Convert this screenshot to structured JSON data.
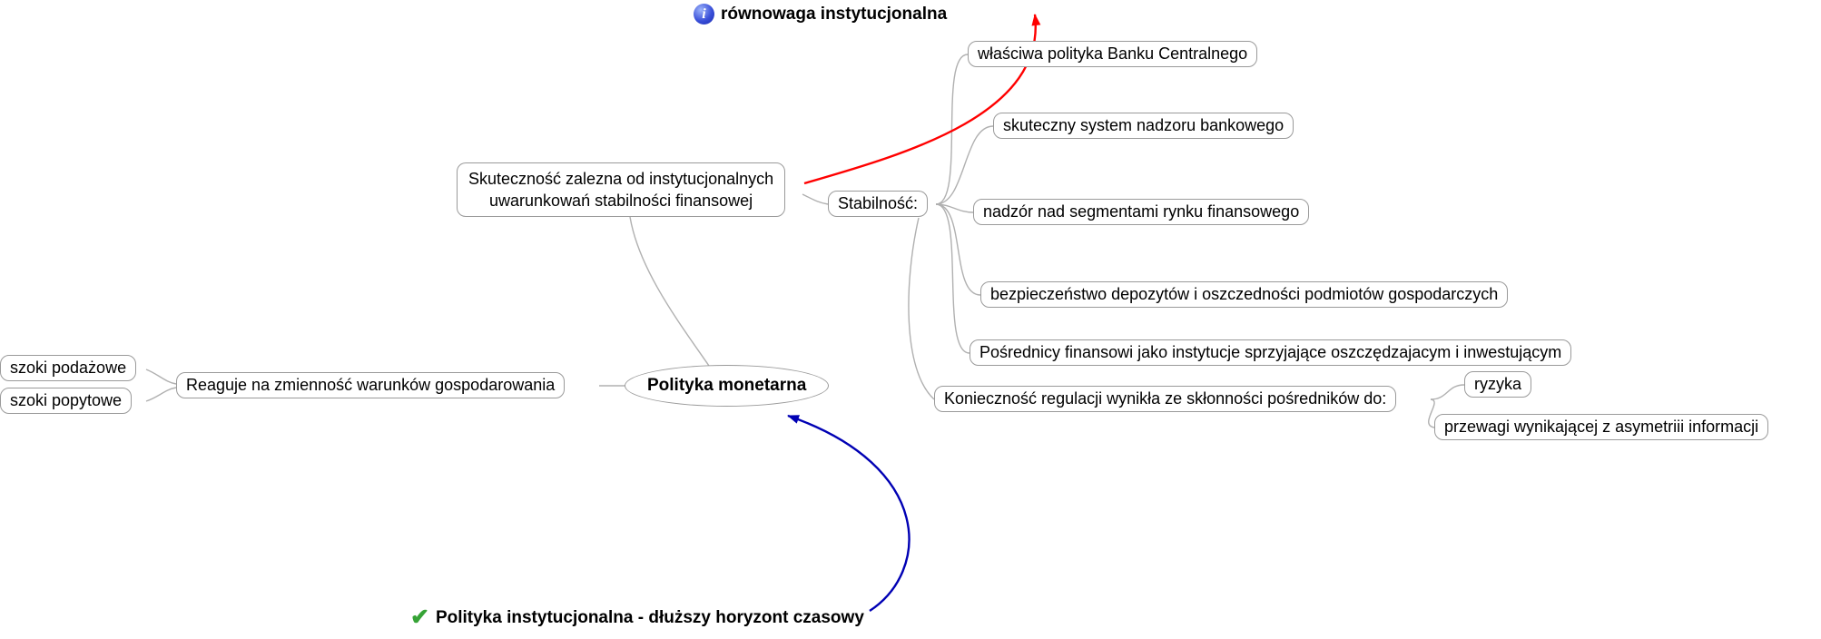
{
  "root": {
    "label": "Polityka monetarna"
  },
  "floating": {
    "equilibrium": {
      "label": "równowaga instytucjonalna",
      "icon": "info-icon"
    },
    "institutional_policy": {
      "label": "Polityka instytucjonalna - dłuższy horyzont czasowy",
      "icon": "check-icon"
    }
  },
  "left_branch": {
    "reacts": {
      "label": "Reaguje na zmienność warunków gospodarowania"
    },
    "supply_shocks": {
      "label": "szoki podażowe"
    },
    "demand_shocks": {
      "label": "szoki popytowe"
    }
  },
  "upper_branch": {
    "effectiveness": {
      "line1": "Skuteczność zalezna od instytucjonalnych",
      "line2": "uwarunkowań stabilności finansowej"
    },
    "stability": {
      "label": "Stabilność:"
    },
    "central_bank_policy": {
      "label": "właściwa polityka Banku Centralnego"
    },
    "banking_supervision": {
      "label": "skuteczny system nadzoru bankowego"
    },
    "market_segments_oversight": {
      "label": "nadzór nad segmentami rynku finansowego"
    },
    "deposit_safety": {
      "label": "bezpieczeństwo depozytów i oszczedności podmiotów gospodarczych"
    },
    "financial_intermediaries": {
      "label": "Pośrednicy finansowi jako instytucje sprzyjające oszczędzajacym i inwestującym"
    },
    "regulation_necessity": {
      "label": "Konieczność regulacji wynikła ze skłonności pośredników do:"
    },
    "risk": {
      "label": "ryzyka"
    },
    "information_asymmetry": {
      "label": "przewagi wynikającej z asymetriii informacji"
    }
  },
  "colors": {
    "tree_link": "#b0b0b0",
    "red_arrow": "#ff0000",
    "blue_arrow": "#0000b4",
    "node_border": "#9a9a9a"
  }
}
